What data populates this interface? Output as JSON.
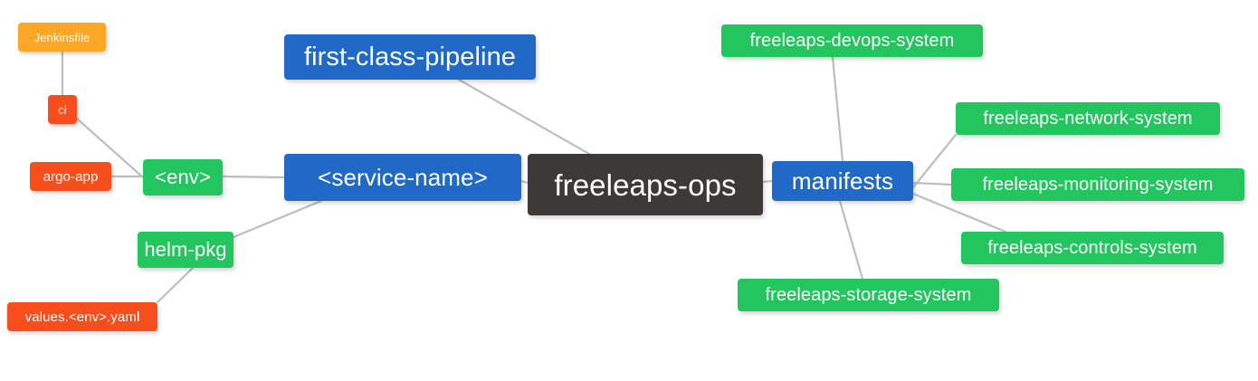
{
  "diagram": {
    "type": "mindmap",
    "title": "freeleaps-ops",
    "background": "#ffffff",
    "edge_color": "#bdbdbd",
    "palette": {
      "root": "#3c3a36",
      "blue": "#2069c6",
      "green": "#22c55e",
      "red": "#f74e1e",
      "orange": "#faa627",
      "label": "#ffffff"
    }
  },
  "nodes": [
    {
      "id": "root",
      "label": "freeleaps-ops",
      "color": "#3c3a36"
    },
    {
      "id": "pipeline",
      "label": "first-class-pipeline",
      "color": "#2069c6"
    },
    {
      "id": "service",
      "label": "<service-name>",
      "color": "#2069c6"
    },
    {
      "id": "manifests",
      "label": "manifests",
      "color": "#2069c6"
    },
    {
      "id": "env",
      "label": "<env>",
      "color": "#22c55e"
    },
    {
      "id": "helmpkg",
      "label": "helm-pkg",
      "color": "#22c55e"
    },
    {
      "id": "jenkinsfile",
      "label": "Jenkinsfile",
      "color": "#faa627"
    },
    {
      "id": "ci",
      "label": "ci",
      "color": "#f74e1e"
    },
    {
      "id": "argoapp",
      "label": "argo-app",
      "color": "#f74e1e"
    },
    {
      "id": "valuesyaml",
      "label": "values.<env>.yaml",
      "color": "#f74e1e"
    },
    {
      "id": "devops",
      "label": "freeleaps-devops-system",
      "color": "#22c55e"
    },
    {
      "id": "network",
      "label": "freeleaps-network-system",
      "color": "#22c55e"
    },
    {
      "id": "monitoring",
      "label": "freeleaps-monitoring-system",
      "color": "#22c55e"
    },
    {
      "id": "controls",
      "label": "freeleaps-controls-system",
      "color": "#22c55e"
    },
    {
      "id": "storage",
      "label": "freeleaps-storage-system",
      "color": "#22c55e"
    }
  ],
  "edges": [
    {
      "from": "pipeline",
      "to": "root"
    },
    {
      "from": "service",
      "to": "root"
    },
    {
      "from": "manifests",
      "to": "root"
    },
    {
      "from": "env",
      "to": "service"
    },
    {
      "from": "helmpkg",
      "to": "service"
    },
    {
      "from": "jenkinsfile",
      "to": "ci"
    },
    {
      "from": "ci",
      "to": "env"
    },
    {
      "from": "argoapp",
      "to": "env"
    },
    {
      "from": "valuesyaml",
      "to": "helmpkg"
    },
    {
      "from": "devops",
      "to": "manifests"
    },
    {
      "from": "network",
      "to": "manifests"
    },
    {
      "from": "monitoring",
      "to": "manifests"
    },
    {
      "from": "controls",
      "to": "manifests"
    },
    {
      "from": "storage",
      "to": "manifests"
    }
  ]
}
